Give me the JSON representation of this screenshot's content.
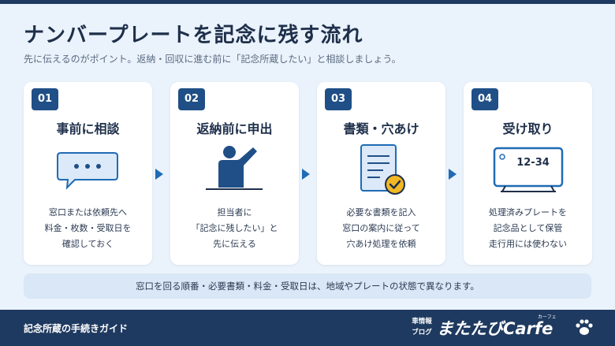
{
  "header": {
    "title": "ナンバープレートを記念に残す流れ",
    "subtitle": "先に伝えるのがポイント。返納・回収に進む前に「記念所蔵したい」と相談しましょう。"
  },
  "steps": [
    {
      "number": "01",
      "title": "事前に相談",
      "icon": "speech-bubble-icon",
      "lines": [
        "窓口または依頼先へ",
        "料金・枚数・受取日を",
        "確認しておく"
      ]
    },
    {
      "number": "02",
      "title": "返納前に申出",
      "icon": "raised-hand-person-icon",
      "lines": [
        "担当者に",
        "「記念に残したい」と",
        "先に伝える"
      ]
    },
    {
      "number": "03",
      "title": "書類・穴あけ",
      "icon": "document-check-icon",
      "lines": [
        "必要な書類を記入",
        "窓口の案内に従って",
        "穴あけ処理を依頼"
      ]
    },
    {
      "number": "04",
      "title": "受け取り",
      "icon": "license-plate-icon",
      "plate_text": "12-34",
      "lines": [
        "処理済みプレートを",
        "記念品として保管",
        "走行用には使わない"
      ]
    }
  ],
  "note": "窓口を回る順番・必要書類・料金・受取日は、地域やプレートの状態で異なります。",
  "footer": {
    "label": "記念所蔵の手続きガイド",
    "logo_small_line1": "車情報",
    "logo_small_line2": "ブログ",
    "logo_main": "またたびCarfe",
    "logo_ruby": "カーフェ"
  },
  "colors": {
    "background": "#eaf2fb",
    "navy": "#1f3a60",
    "accent_blue": "#1f6bb5",
    "icon_fill": "#dbe9f8",
    "check_yellow": "#f2b824"
  }
}
